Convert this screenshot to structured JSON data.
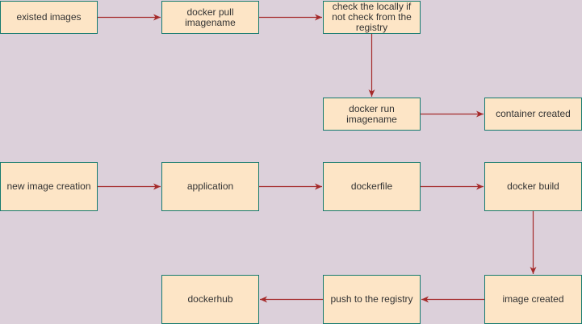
{
  "colors": {
    "background": "#dcd0da",
    "node_fill": "#fde5c6",
    "node_border": "#157a6e",
    "arrow": "#a52a2a",
    "text": "#333333"
  },
  "nodes": [
    {
      "id": "existed-images",
      "label": "existed images"
    },
    {
      "id": "docker-pull",
      "label": "docker pull imagename"
    },
    {
      "id": "check-locally",
      "label": "check the locally if not check from the registry"
    },
    {
      "id": "docker-run",
      "label": "docker run imagename"
    },
    {
      "id": "container-created",
      "label": "container created"
    },
    {
      "id": "new-image-creation",
      "label": "new image creation"
    },
    {
      "id": "application",
      "label": "application"
    },
    {
      "id": "dockerfile",
      "label": "dockerfile"
    },
    {
      "id": "docker-build",
      "label": "docker build"
    },
    {
      "id": "image-created",
      "label": "image created"
    },
    {
      "id": "push-to-registry",
      "label": "push to the registry"
    },
    {
      "id": "dockerhub",
      "label": "dockerhub"
    }
  ],
  "edges": [
    {
      "from": "existed-images",
      "to": "docker-pull"
    },
    {
      "from": "docker-pull",
      "to": "check-locally"
    },
    {
      "from": "check-locally",
      "to": "docker-run"
    },
    {
      "from": "docker-run",
      "to": "container-created"
    },
    {
      "from": "new-image-creation",
      "to": "application"
    },
    {
      "from": "application",
      "to": "dockerfile"
    },
    {
      "from": "dockerfile",
      "to": "docker-build"
    },
    {
      "from": "docker-build",
      "to": "image-created"
    },
    {
      "from": "image-created",
      "to": "push-to-registry"
    },
    {
      "from": "push-to-registry",
      "to": "dockerhub"
    }
  ]
}
